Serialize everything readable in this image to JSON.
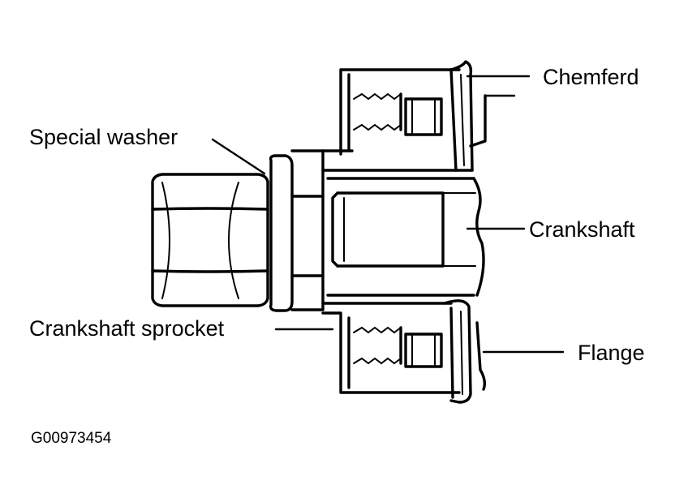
{
  "diagram": {
    "labels": {
      "chemferd": "Chemferd",
      "special_washer": "Special washer",
      "crankshaft": "Crankshaft",
      "crankshaft_sprocket": "Crankshaft sprocket",
      "flange": "Flange"
    },
    "figure_code": "G00973454"
  }
}
